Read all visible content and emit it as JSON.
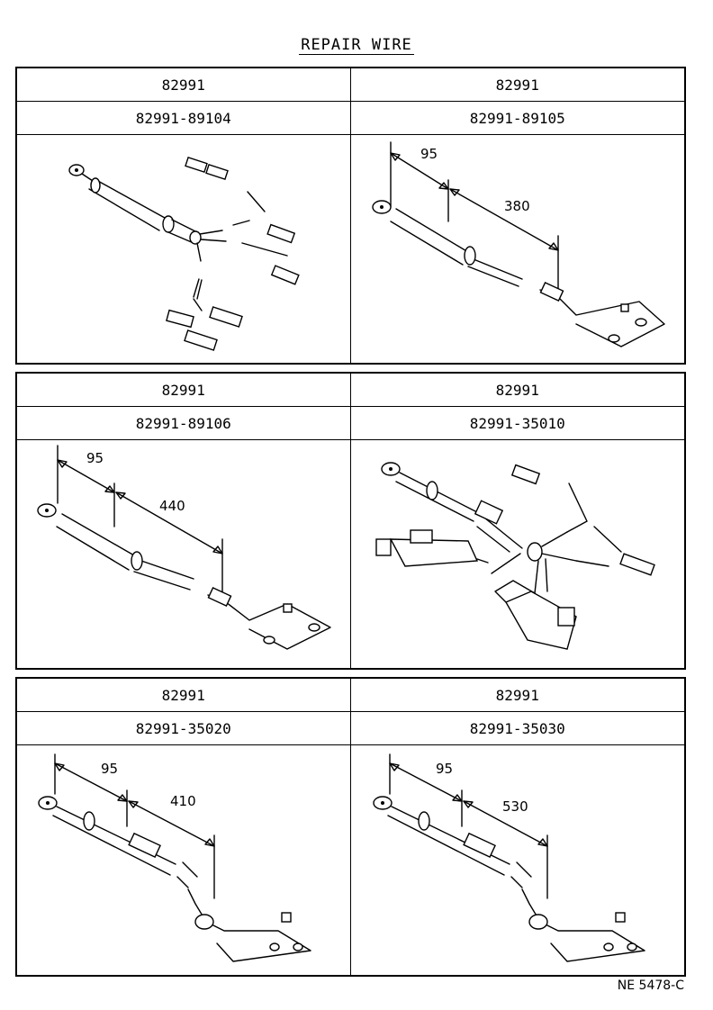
{
  "title": "REPAIR WIRE",
  "footer": "NE 5478-C",
  "panels": [
    {
      "group": "82991",
      "part": "82991-89104",
      "dims": []
    },
    {
      "group": "82991",
      "part": "82991-89105",
      "dims": [
        "95",
        "380"
      ]
    },
    {
      "group": "82991",
      "part": "82991-89106",
      "dims": [
        "95",
        "440"
      ]
    },
    {
      "group": "82991",
      "part": "82991-35010",
      "dims": []
    },
    {
      "group": "82991",
      "part": "82991-35020",
      "dims": [
        "95",
        "410"
      ]
    },
    {
      "group": "82991",
      "part": "82991-35030",
      "dims": [
        "95",
        "530"
      ]
    }
  ]
}
